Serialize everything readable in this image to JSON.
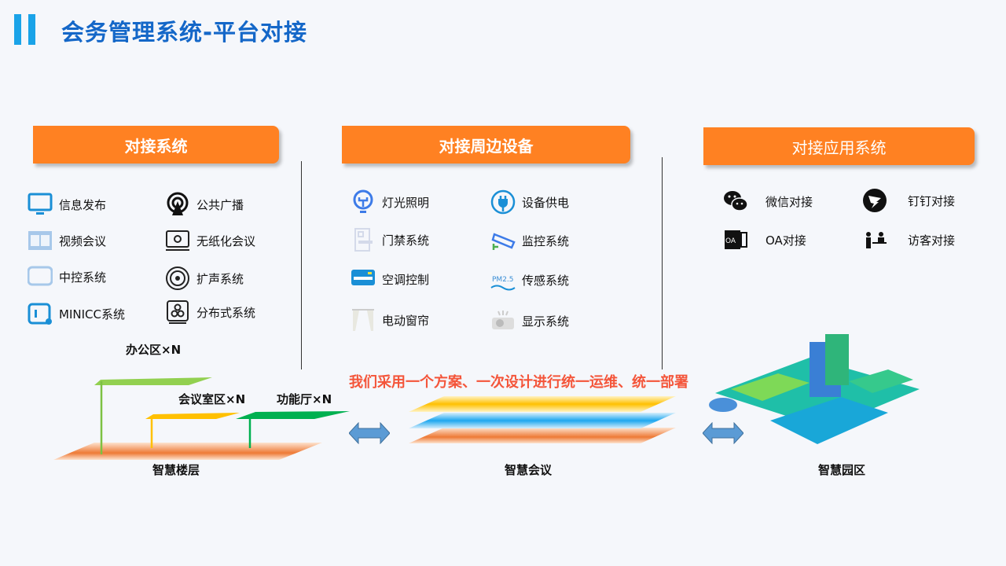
{
  "title": "会务管理系统-平台对接",
  "sections": [
    {
      "header": "对接系统",
      "items": [
        "信息发布",
        "视频会议",
        "中控系统",
        "MINICC系统",
        "公共广播",
        "无纸化会议",
        "扩声系统",
        "分布式系统"
      ],
      "footer": "办公区×N"
    },
    {
      "header": "对接周边设备",
      "items": [
        "灯光照明",
        "门禁系统",
        "空调控制",
        "电动窗帘",
        "设备供电",
        "监控系统",
        "传感系统",
        "显示系统"
      ]
    },
    {
      "header": "对接应用系统",
      "items": [
        "微信对接",
        "OA对接",
        "钉钉对接",
        "访客对接"
      ]
    }
  ],
  "diagram": {
    "meeting_zone": "会议室区×N",
    "function_hall": "功能厅×N",
    "slogan": "我们采用一个方案、一次设计进行统一运维、统一部署",
    "labels": [
      "智慧楼层",
      "智慧会议",
      "智慧园区"
    ]
  },
  "colors": {
    "orange": "#ff8122",
    "blue": "#1467c8",
    "red": "#f4553a"
  }
}
